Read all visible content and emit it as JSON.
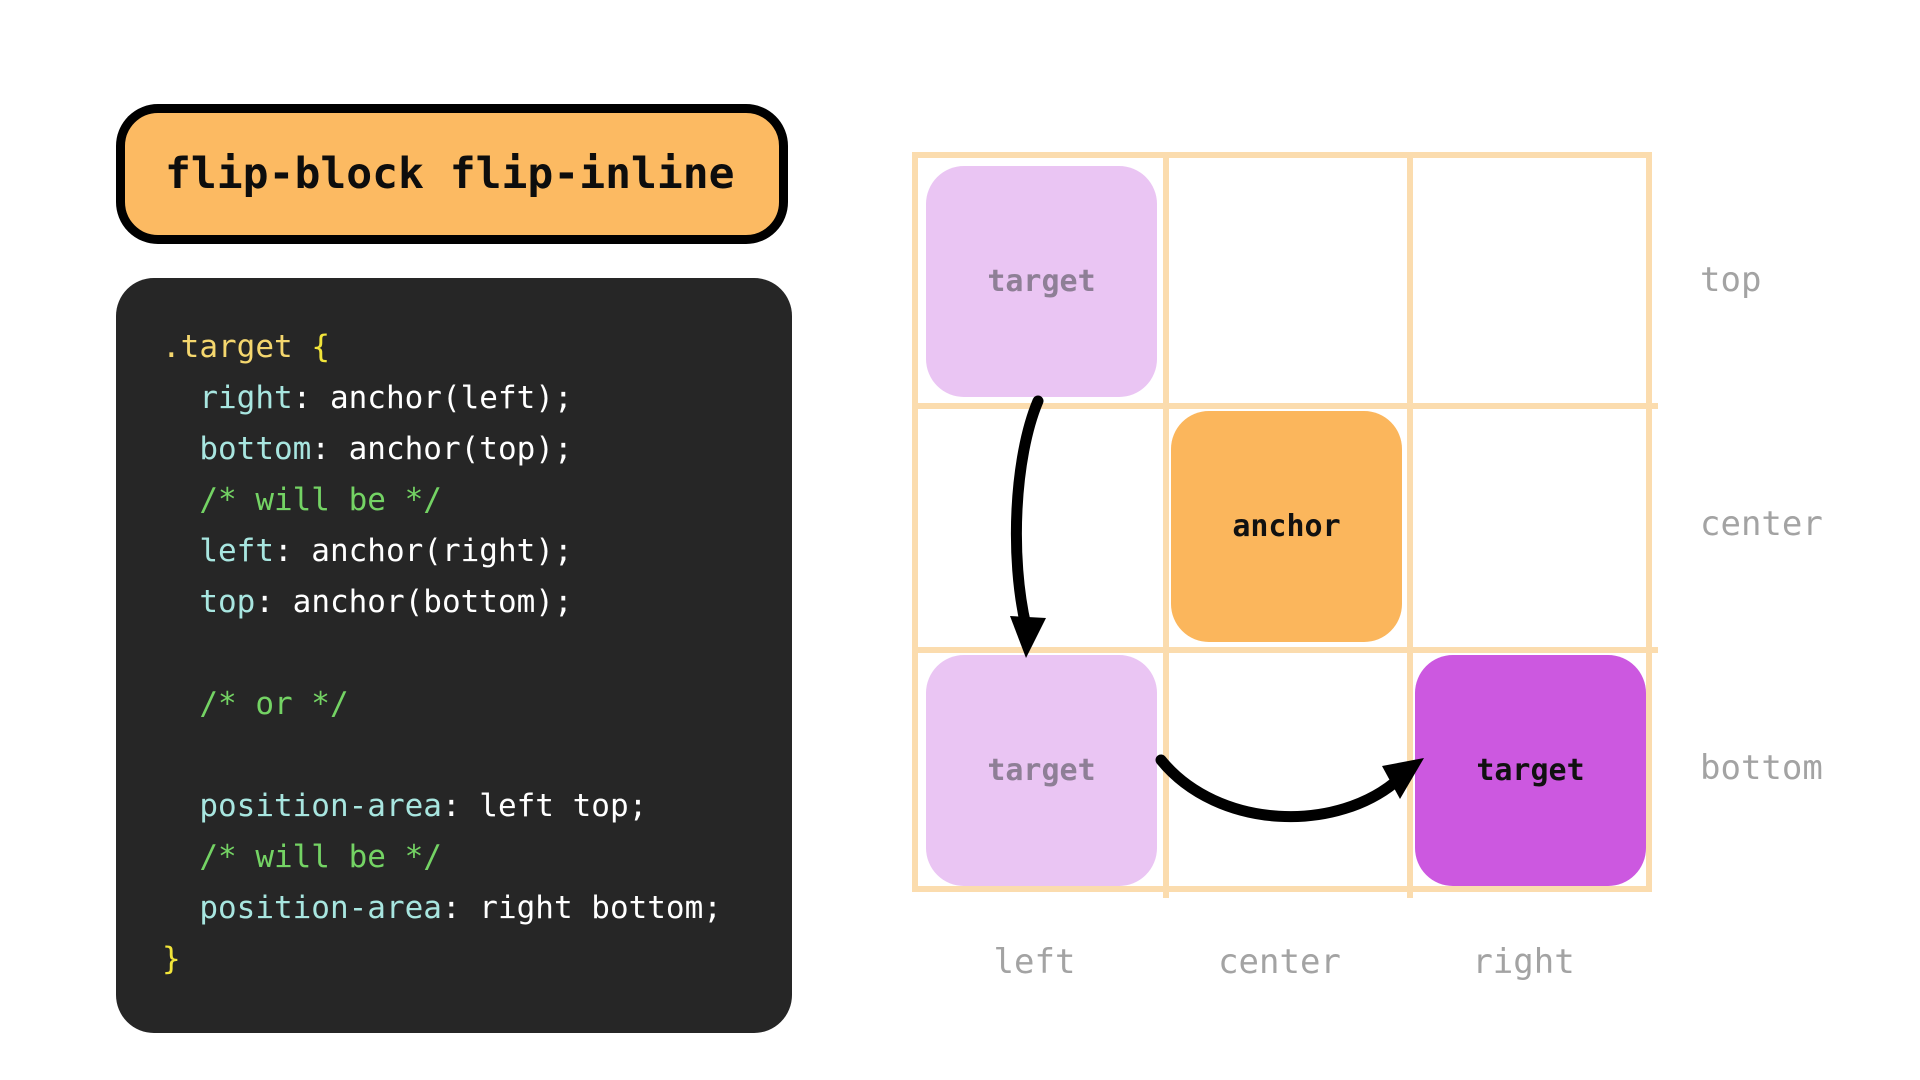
{
  "page": {
    "background": "#ffffff",
    "title": "flip-block flip-inline"
  },
  "title_pill": {
    "label": "flip-block flip-inline",
    "fill": "#fcba62",
    "border": "#000000"
  },
  "code_block": {
    "background": "#262626",
    "colors": {
      "selector": "#f5d76e",
      "brace": "#f2e53a",
      "property": "#a8e6e0",
      "value": "#ffffff",
      "comment": "#74d364"
    },
    "lines": [
      {
        "indent": 0,
        "tokens": [
          {
            "t": "sel",
            "s": ".target"
          },
          {
            "t": "val",
            "s": " "
          },
          {
            "t": "brace",
            "s": "{"
          }
        ]
      },
      {
        "indent": 1,
        "tokens": [
          {
            "t": "prop",
            "s": "right"
          },
          {
            "t": "val",
            "s": ": anchor(left);"
          }
        ]
      },
      {
        "indent": 1,
        "tokens": [
          {
            "t": "prop",
            "s": "bottom"
          },
          {
            "t": "val",
            "s": ": anchor(top);"
          }
        ]
      },
      {
        "indent": 1,
        "tokens": [
          {
            "t": "cmt",
            "s": "/* will be */"
          }
        ]
      },
      {
        "indent": 1,
        "tokens": [
          {
            "t": "prop",
            "s": "left"
          },
          {
            "t": "val",
            "s": ": anchor(right);"
          }
        ]
      },
      {
        "indent": 1,
        "tokens": [
          {
            "t": "prop",
            "s": "top"
          },
          {
            "t": "val",
            "s": ": anchor(bottom);"
          }
        ]
      },
      {
        "indent": 0,
        "tokens": []
      },
      {
        "indent": 1,
        "tokens": [
          {
            "t": "cmt",
            "s": "/* or */"
          }
        ]
      },
      {
        "indent": 0,
        "tokens": []
      },
      {
        "indent": 1,
        "tokens": [
          {
            "t": "prop",
            "s": "position-area"
          },
          {
            "t": "val",
            "s": ": left top;"
          }
        ]
      },
      {
        "indent": 1,
        "tokens": [
          {
            "t": "cmt",
            "s": "/* will be */"
          }
        ]
      },
      {
        "indent": 1,
        "tokens": [
          {
            "t": "prop",
            "s": "position-area"
          },
          {
            "t": "val",
            "s": ": right bottom;"
          }
        ]
      },
      {
        "indent": 0,
        "tokens": [
          {
            "t": "brace",
            "s": "}"
          }
        ]
      }
    ]
  },
  "diagram": {
    "grid_line_color": "#fbdcae",
    "row_labels": [
      "top",
      "center",
      "bottom"
    ],
    "column_labels": [
      "left",
      "center",
      "right"
    ],
    "boxes": [
      {
        "id": "target-top-left",
        "label": "target",
        "row": "top",
        "column": "left",
        "state": "ghost",
        "fill": "#eac5f3",
        "text_color": "#8e7f96"
      },
      {
        "id": "anchor-center",
        "label": "anchor",
        "row": "center",
        "column": "center",
        "state": "anchor",
        "fill": "#fbb65c",
        "text_color": "#111111"
      },
      {
        "id": "target-bottom-left",
        "label": "target",
        "row": "bottom",
        "column": "left",
        "state": "ghost",
        "fill": "#eac5f3",
        "text_color": "#8e7f96"
      },
      {
        "id": "target-bottom-right",
        "label": "target",
        "row": "bottom",
        "column": "right",
        "state": "active",
        "fill": "#cc58e0",
        "text_color": "#111111"
      }
    ],
    "arrows": [
      {
        "id": "flip-block-arrow",
        "from": "target-top-left",
        "to": "target-bottom-left",
        "direction": "down",
        "color": "#000000"
      },
      {
        "id": "flip-inline-arrow",
        "from": "target-bottom-left",
        "to": "target-bottom-right",
        "direction": "right",
        "color": "#000000"
      }
    ]
  }
}
